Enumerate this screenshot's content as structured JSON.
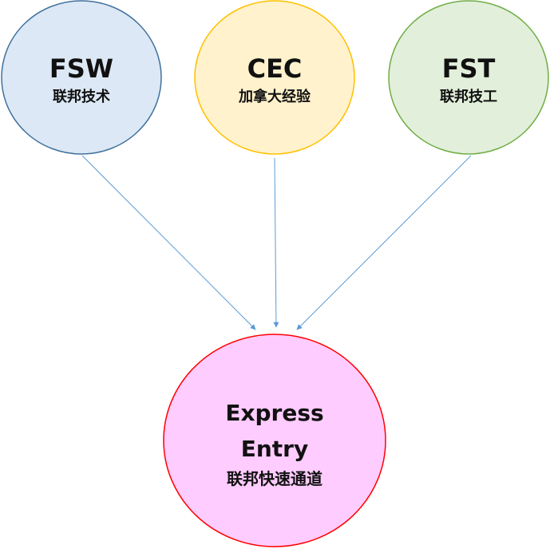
{
  "nodes": {
    "fsw": {
      "code": "FSW",
      "subtitle": "联邦技术",
      "fill": "#dce8f5",
      "stroke": "#41719c"
    },
    "cec": {
      "code": "CEC",
      "subtitle": "加拿大经验",
      "fill": "#fff2cc",
      "stroke": "#ffc000"
    },
    "fst": {
      "code": "FST",
      "subtitle": "联邦技工",
      "fill": "#e2efda",
      "stroke": "#70ad47"
    },
    "express_entry": {
      "line1": "Express",
      "line2": "Entry",
      "subtitle": "联邦快速通道",
      "fill": "#ffccff",
      "stroke": "#ff0000"
    }
  },
  "edges": [
    {
      "from": "FSW",
      "to": "Express Entry"
    },
    {
      "from": "CEC",
      "to": "Express Entry"
    },
    {
      "from": "FST",
      "to": "Express Entry"
    }
  ],
  "arrow_color": "#5b9bd5"
}
